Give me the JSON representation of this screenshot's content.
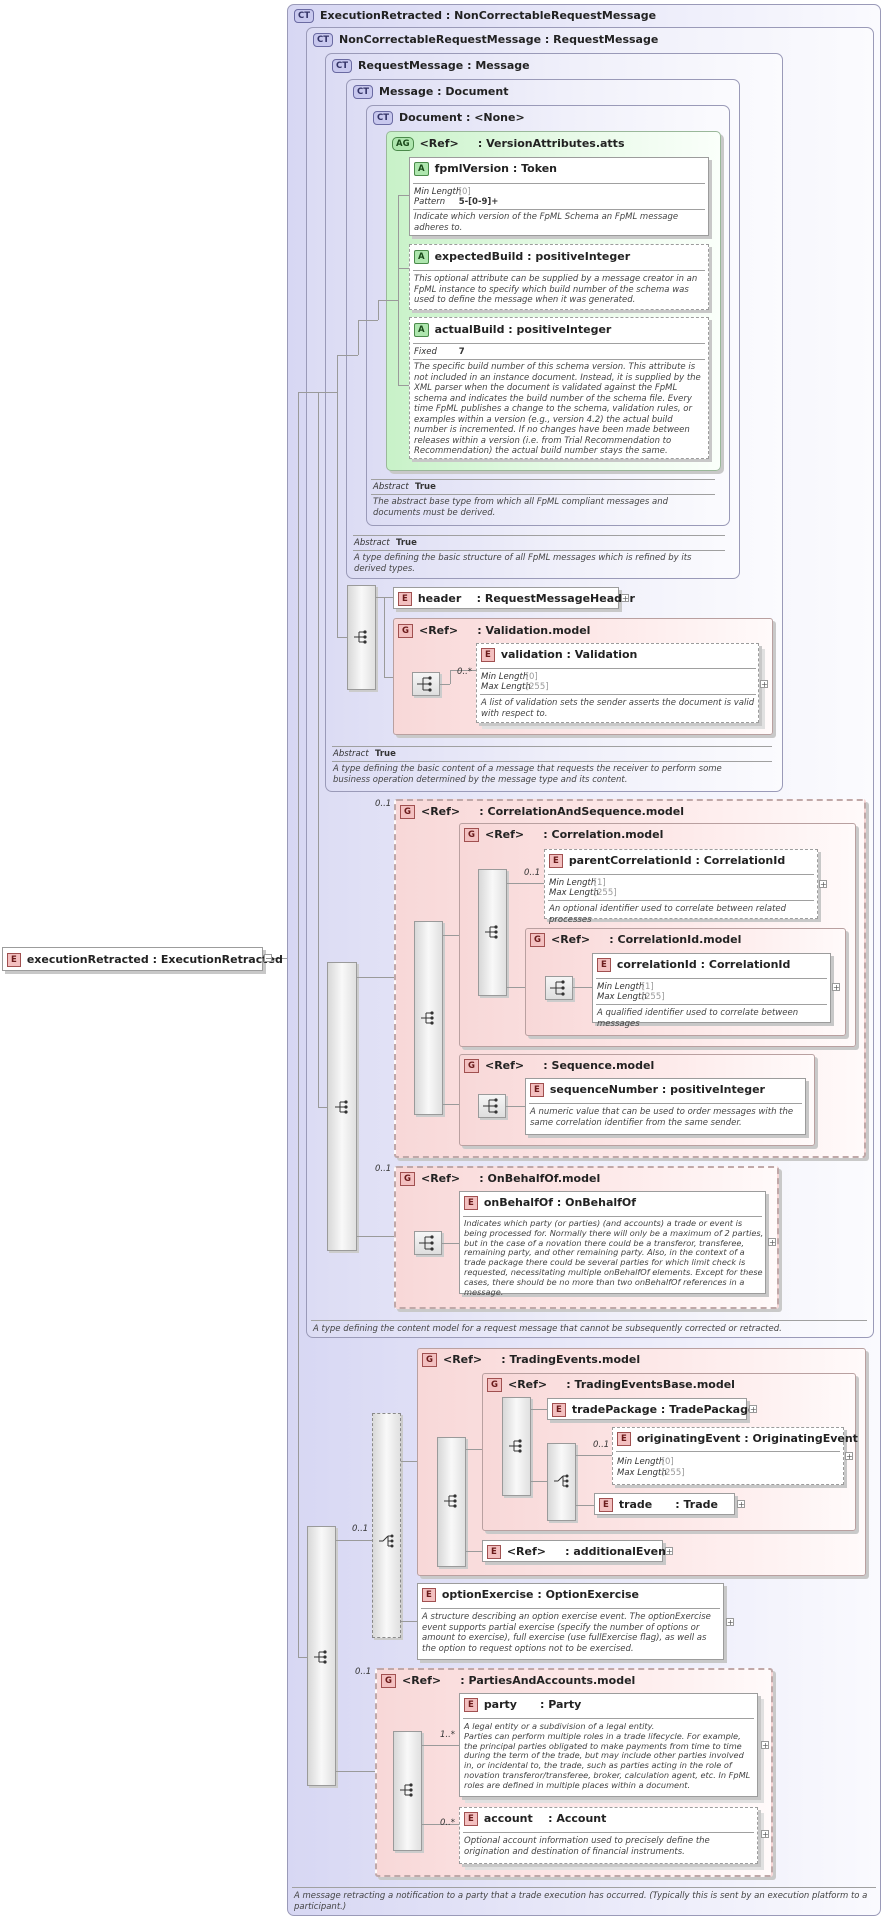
{
  "root": {
    "name": "executionRetracted",
    "type": "ExecutionRetracted"
  },
  "ct_execution_retracted": {
    "name": "ExecutionRetracted",
    "base": "NonCorrectableRequestMessage",
    "desc": "A message retracting a notification to a party that a trade execution has occurred. (Typically this is sent by an execution platform to a participant.)"
  },
  "ct_noncorrectable": {
    "name": "NonCorrectableRequestMessage",
    "base": "RequestMessage",
    "desc": "A type defining the content model for a request message that cannot be subsequently corrected or retracted."
  },
  "ct_request_message": {
    "name": "RequestMessage",
    "base": "Message",
    "abstract_label": "Abstract",
    "abstract_value": "True",
    "desc": "A type defining the basic content of a message that requests the receiver to perform some business operation determined by the message type and its content."
  },
  "ct_message": {
    "name": "Message",
    "base": "Document",
    "abstract_label": "Abstract",
    "abstract_value": "True",
    "desc": "A type defining the basic structure of all FpML messages which is refined by its derived types."
  },
  "ct_document": {
    "name": "Document",
    "base": "<None>",
    "abstract_label": "Abstract",
    "abstract_value": "True",
    "desc": "The abstract base type from which all FpML compliant messages and documents must be derived."
  },
  "ag_version": {
    "ref": "<Ref>",
    "name": "VersionAttributes.atts"
  },
  "attr_fpml_version": {
    "name": "fpmlVersion",
    "type": "Token",
    "minlen_label": "Min Length",
    "minlen_value": "[0]",
    "pattern_label": "Pattern",
    "pattern_value": "5-[0-9]+",
    "desc": "Indicate which version of the FpML Schema an FpML message adheres to."
  },
  "attr_expected_build": {
    "name": "expectedBuild",
    "type": "positiveInteger",
    "desc": "This optional attribute can be supplied by a message creator in an FpML instance to specify which build number of the schema was used to define the message when it was generated."
  },
  "attr_actual_build": {
    "name": "actualBuild",
    "type": "positiveInteger",
    "fixed_label": "Fixed",
    "fixed_value": "7",
    "desc": "The specific build number of this schema version. This attribute is not included in an instance document. Instead, it is supplied by the XML parser when the document is validated against the FpML schema and indicates the build number of the schema file. Every time FpML publishes a change to the schema, validation rules, or examples within a version (e.g., version 4.2) the actual build number is incremented. If no changes have been made between releases within a version (i.e. from Trial Recommendation to Recommendation) the actual build number stays the same."
  },
  "el_header": {
    "name": "header",
    "type": "RequestMessageHeader"
  },
  "g_validation": {
    "ref": "<Ref>",
    "name": "Validation.model"
  },
  "el_validation": {
    "name": "validation",
    "type": "Validation",
    "occ": "0..*",
    "minlen_label": "Min Length",
    "minlen_value": "[0]",
    "maxlen_label": "Max Length",
    "maxlen_value": "[255]",
    "desc": "A list of validation sets the sender asserts the document is valid with respect to."
  },
  "g_corr_seq": {
    "ref": "<Ref>",
    "name": "CorrelationAndSequence.model",
    "occ": "0..1"
  },
  "g_correlation": {
    "ref": "<Ref>",
    "name": "Correlation.model"
  },
  "el_parent_corr": {
    "name": "parentCorrelationId",
    "type": "CorrelationId",
    "occ": "0..1",
    "minlen_label": "Min Length",
    "minlen_value": "[1]",
    "maxlen_label": "Max Length",
    "maxlen_value": "[255]",
    "desc": "An optional identifier used to correlate between related processes"
  },
  "g_corrid": {
    "ref": "<Ref>",
    "name": "CorrelationId.model"
  },
  "el_corrid": {
    "name": "correlationId",
    "type": "CorrelationId",
    "minlen_label": "Min Length",
    "minlen_value": "[1]",
    "maxlen_label": "Max Length",
    "maxlen_value": "[255]",
    "desc": "A qualified identifier used to correlate between messages"
  },
  "g_sequence": {
    "ref": "<Ref>",
    "name": "Sequence.model"
  },
  "el_seqnum": {
    "name": "sequenceNumber",
    "type": "positiveInteger",
    "desc": "A numeric value that can be used to order messages with the same correlation identifier from the same sender."
  },
  "g_onbehalf": {
    "ref": "<Ref>",
    "name": "OnBehalfOf.model",
    "occ": "0..1"
  },
  "el_onbehalf": {
    "name": "onBehalfOf",
    "type": "OnBehalfOf",
    "desc": "Indicates which party (or parties) (and accounts) a trade or event is being processed for. Normally there will only be a maximum of 2 parties, but in the case of a novation there could be a transferor, transferee, remaining party, and other remaining party. Also, in the context of a trade package there could be several parties for which limit check is requested, necessitating multiple onBehalfOf elements. Except for these cases, there should be no more than two onBehalfOf references in a message."
  },
  "choice_occ": "0..1",
  "g_trading_events": {
    "ref": "<Ref>",
    "name": "TradingEvents.model"
  },
  "g_trading_events_base": {
    "ref": "<Ref>",
    "name": "TradingEventsBase.model"
  },
  "el_trade_package": {
    "name": "tradePackage",
    "type": "TradePackage"
  },
  "el_orig_event": {
    "name": "originatingEvent",
    "type": "OriginatingEvent",
    "occ": "0..1",
    "minlen_label": "Min Length",
    "minlen_value": "[0]",
    "maxlen_label": "Max Length",
    "maxlen_value": "[255]"
  },
  "el_trade": {
    "name": "trade",
    "type": "Trade"
  },
  "el_additional_event": {
    "ref": "<Ref>",
    "name": "additionalEvent"
  },
  "el_option_exercise": {
    "name": "optionExercise",
    "type": "OptionExercise",
    "desc": "A structure describing an option exercise event. The optionExercise event supports partial exercise (specify the number of options or amount to exercise), full exercise (use fullExercise flag), as well as the option to request options not to be exercised."
  },
  "g_parties": {
    "ref": "<Ref>",
    "name": "PartiesAndAccounts.model",
    "occ": "0..1"
  },
  "el_party": {
    "name": "party",
    "type": "Party",
    "occ": "1..*",
    "desc": "A legal entity or a subdivision of a legal entity.\nParties can perform multiple roles in a trade lifecycle. For example, the principal parties obligated to make payments from time to time during the term of the trade, but may include other parties involved in, or incidental to, the trade, such as parties acting in the role of novation transferor/transferee, broker, calculation agent, etc. In FpML roles are defined in multiple places within a document."
  },
  "el_account": {
    "name": "account",
    "type": "Account",
    "occ": "0..*",
    "desc": "Optional account information used to precisely define the origination and destination of financial instruments."
  },
  "badges": {
    "ct": "CT",
    "ag": "AG",
    "a": "A",
    "g": "G",
    "e": "E"
  },
  "expand_symbol": "+",
  "collapse_symbol": "−",
  "colon": ":"
}
